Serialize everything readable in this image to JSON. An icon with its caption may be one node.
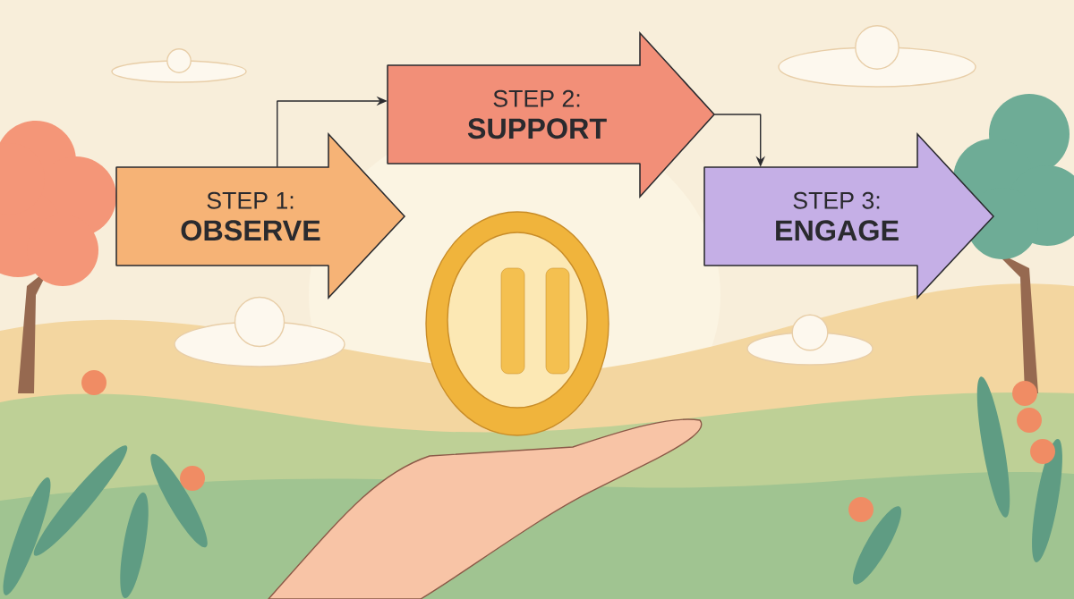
{
  "diagram": {
    "nodes": [
      {
        "text": [
          "STEP 1:",
          "OBSERVE"
        ]
      },
      {
        "text": [
          "STEP 2:",
          "SUPPORT"
        ]
      },
      {
        "text": [
          "STEP 3:",
          "ENGAGE"
        ]
      }
    ],
    "edges": [
      {
        "from": 0,
        "to": 1,
        "arrow": "to"
      },
      {
        "from": 1,
        "to": 2,
        "arrow": "to"
      }
    ]
  }
}
